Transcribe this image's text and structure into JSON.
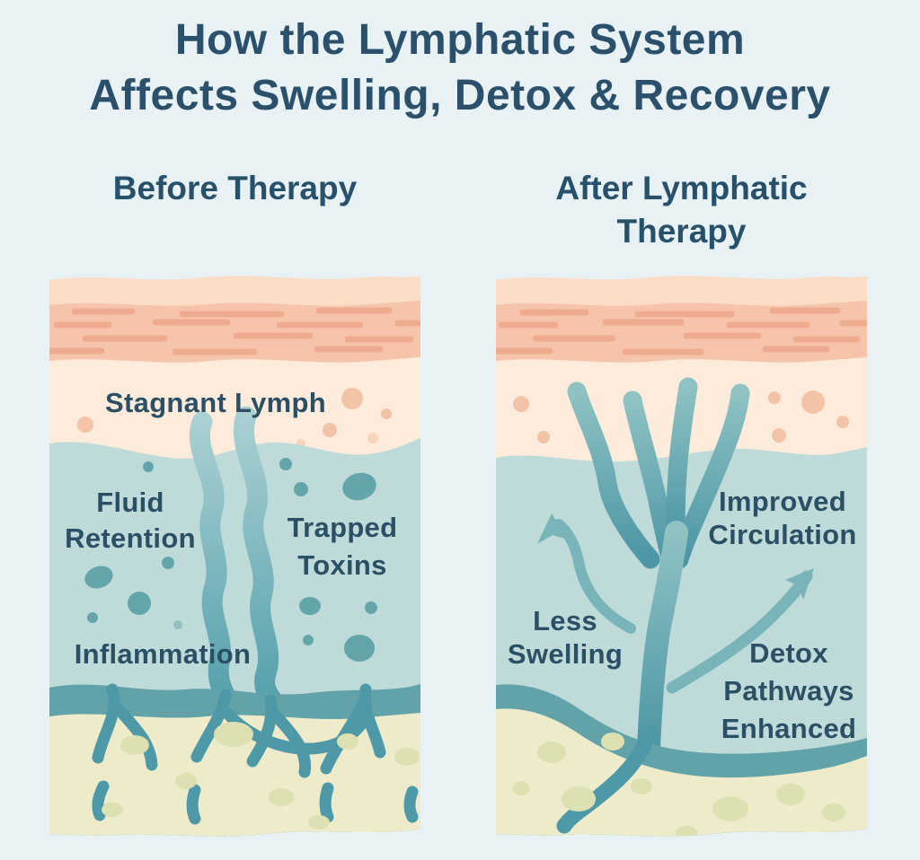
{
  "page": {
    "background": "#e8f1f4"
  },
  "title": {
    "line1": "How the Lymphatic System",
    "line2": "Affects Swelling, Detox & Recovery",
    "color": "#2b506b"
  },
  "panels": {
    "before": {
      "label": "Before Therapy",
      "annotations": {
        "stagnant_lymph": "Stagnant Lymph",
        "fluid_retention": "Fluid\nRetention",
        "trapped_toxins": "Trapped\nToxins",
        "inflammation": "Inflammation"
      }
    },
    "after": {
      "label": "After Lymphatic\nTherapy",
      "annotations": {
        "improved_circulation": "Improved\nCirculation",
        "less_swelling": "Less\nSwelling",
        "detox_pathways": "Detox\nPathways\nEnhanced"
      }
    }
  },
  "icons": {
    "up_arrow": "curved-up-arrow",
    "up_right_arrow": "curved-up-right-arrow"
  },
  "colors": {
    "skin_top": "#fbdcc6",
    "dermis": "#f6c4aa",
    "dermis_stripe": "#eeab8f",
    "subcutis": "#fdebdb",
    "lymph_fluid": "#bedad9",
    "vessel_light": "#a9d0d2",
    "vessel_deep": "#55a0ac",
    "tree_light": "#8fc2c3",
    "tree_deep": "#4c96a5",
    "root": "#4e99a7",
    "arrow": "#79b5b8",
    "vessel_dark_band": "#61a3a9",
    "deep_tissue": "#edebc9",
    "deep_tissue_spot": "#dde1b2",
    "dot_teal": "#5ba0a5",
    "dot_peach": "#f0b697",
    "text": "#2b5065"
  }
}
